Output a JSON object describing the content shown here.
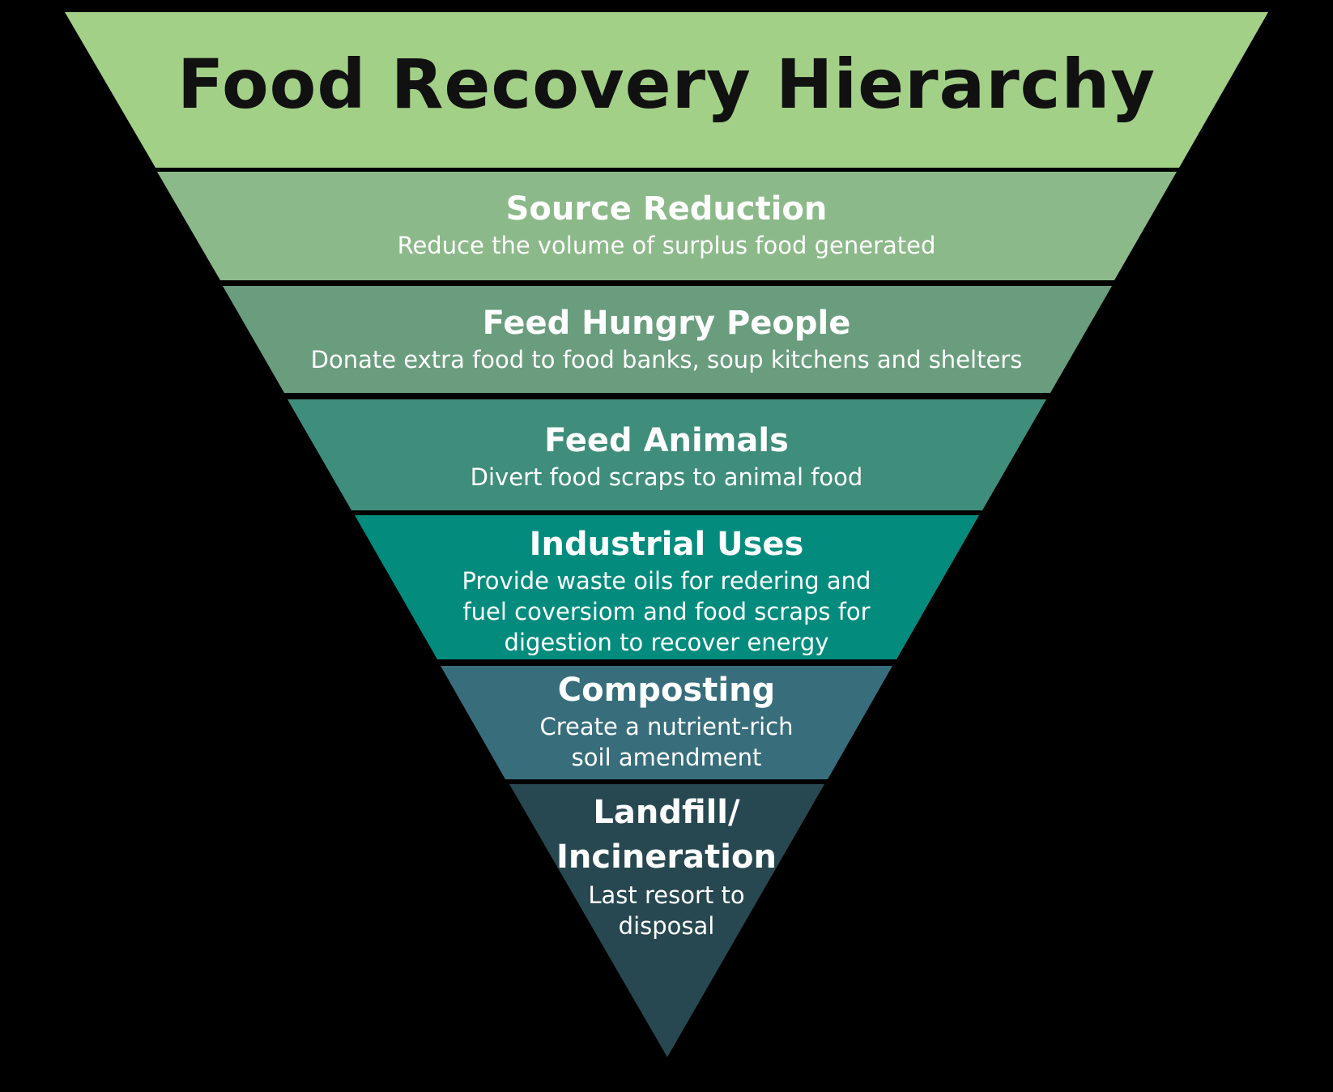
{
  "title": "Food Recovery Hierarchy",
  "colors": {
    "background": "#000000",
    "title_band": "#a3d087",
    "text_light": "#ffffff",
    "text_dark": "#111111"
  },
  "tiers": [
    {
      "heading": "Source Reduction",
      "description": "Reduce the volume of surplus food generated",
      "color": "#8cb989"
    },
    {
      "heading": "Feed Hungry People",
      "description": "Donate extra food to food banks, soup kitchens and shelters",
      "color": "#6a9d7e"
    },
    {
      "heading": "Feed Animals",
      "description": "Divert food scraps to animal food",
      "color": "#3f8d7b"
    },
    {
      "heading": "Industrial Uses",
      "description": "Provide waste oils for redering and\nfuel coversiom and food scraps for\ndigestion to recover energy",
      "color": "#038c7e"
    },
    {
      "heading": "Composting",
      "description": "Create a nutrient-rich\nsoil amendment",
      "color": "#386e7c"
    },
    {
      "heading": "Landfill/\nIncineration",
      "description": "Last resort to\ndisposal",
      "color": "#274850"
    }
  ]
}
